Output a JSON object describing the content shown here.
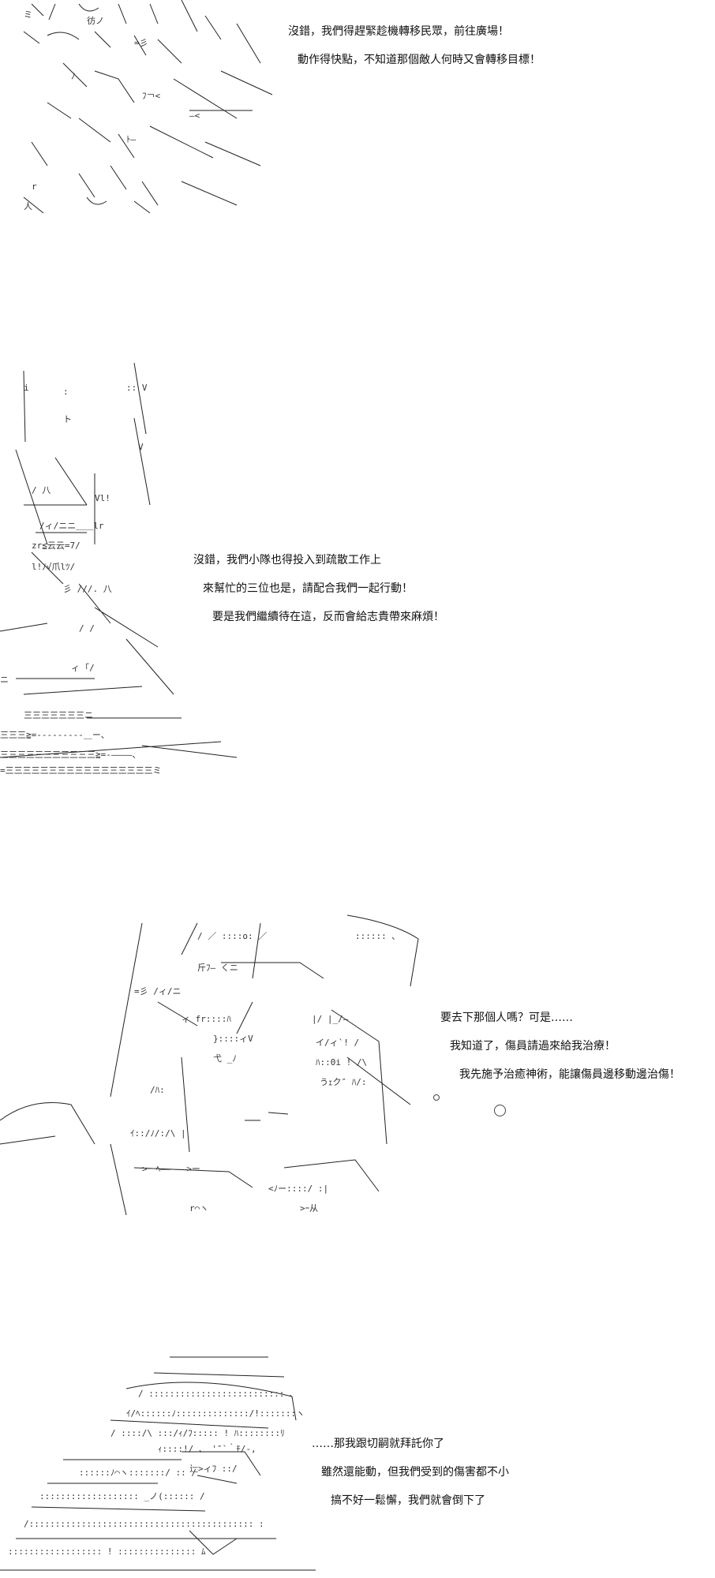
{
  "panels": [
    {
      "dialogue": [
        "沒錯，我們得趕緊趁機轉移民眾，前往廣場！",
        "動作得快點，不知道那個敵人何時又會轉移目標！"
      ]
    },
    {
      "dialogue": [
        "沒錯，我們小隊也得投入到疏散工作上",
        "來幫忙的三位也是，請配合我們一起行動！",
        "要是我們繼續待在這，反而會給志貴帶來麻煩！"
      ]
    },
    {
      "dialogue": [
        "要去下那個人嗎？可是……",
        "我知道了，傷員請過來給我治療！",
        "我先施予治癒神術，能讓傷員邊移動邊治傷！"
      ]
    },
    {
      "dialogue": [
        "……那我跟切嗣就拜託你了",
        "雖然還能動，但我們受到的傷害都不小",
        "搞不好一鬆懈，我們就會倒下了"
      ]
    }
  ]
}
